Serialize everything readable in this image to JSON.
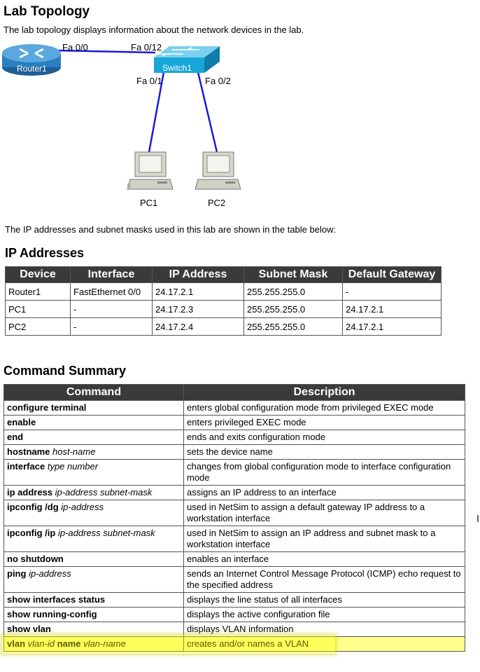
{
  "page": {
    "title": "Lab Topology",
    "intro": "The lab topology displays information about the network devices in the lab.",
    "ip_note": "The IP addresses and subnet masks used in this lab are shown in the table below:"
  },
  "topology": {
    "router": {
      "name": "Router1",
      "port": "Fa 0/0"
    },
    "switch": {
      "name": "Switch1",
      "uplink_port": "Fa 0/12",
      "port_pc1": "Fa 0/1",
      "port_pc2": "Fa 0/2"
    },
    "pcs": [
      {
        "name": "PC1"
      },
      {
        "name": "PC2"
      }
    ],
    "colors": {
      "router": "#2a7fbf",
      "switch": "#19a6d8",
      "link": "#1a1adc",
      "pc": "#d8d8cc"
    }
  },
  "ip_section": {
    "title": "IP Addresses",
    "headers": [
      "Device",
      "Interface",
      "IP Address",
      "Subnet Mask",
      "Default Gateway"
    ],
    "rows": [
      [
        "Router1",
        "FastEthernet 0/0",
        "24.17.2.1",
        "255.255.255.0",
        "-"
      ],
      [
        "PC1",
        "-",
        "24.17.2.3",
        "255.255.255.0",
        "24.17.2.1"
      ],
      [
        "PC2",
        "-",
        "24.17.2.4",
        "255.255.255.0",
        "24.17.2.1"
      ]
    ]
  },
  "command_section": {
    "title": "Command Summary",
    "headers": [
      "Command",
      "Description"
    ],
    "rows": [
      {
        "kw1": "configure terminal",
        "arg1": "",
        "kw2": "",
        "arg2": "",
        "desc": "enters global configuration mode from privileged EXEC mode"
      },
      {
        "kw1": "enable",
        "arg1": "",
        "kw2": "",
        "arg2": "",
        "desc": "enters privileged EXEC mode"
      },
      {
        "kw1": "end",
        "arg1": "",
        "kw2": "",
        "arg2": "",
        "desc": "ends and exits configuration mode"
      },
      {
        "kw1": "hostname",
        "arg1": "host-name",
        "kw2": "",
        "arg2": "",
        "desc": "sets the device name"
      },
      {
        "kw1": "interface",
        "arg1": "type number",
        "kw2": "",
        "arg2": "",
        "desc": "changes from global configuration mode to interface configuration mode"
      },
      {
        "kw1": "ip address",
        "arg1": "ip-address subnet-mask",
        "kw2": "",
        "arg2": "",
        "desc": "assigns an IP address to an interface"
      },
      {
        "kw1": "ipconfig /dg",
        "arg1": "ip-address",
        "kw2": "",
        "arg2": "",
        "desc": "used in NetSim to assign a default gateway IP address to a workstation interface"
      },
      {
        "kw1": "ipconfig /ip",
        "arg1": "ip-address subnet-mask",
        "kw2": "",
        "arg2": "",
        "desc": "used in NetSim to assign an IP address and subnet mask to a workstation interface"
      },
      {
        "kw1": "no shutdown",
        "arg1": "",
        "kw2": "",
        "arg2": "",
        "desc": "enables an interface"
      },
      {
        "kw1": "ping",
        "arg1": "ip-address",
        "kw2": "",
        "arg2": "",
        "desc": "sends an Internet Control Message Protocol (ICMP) echo request to the specified address"
      },
      {
        "kw1": "show interfaces status",
        "arg1": "",
        "kw2": "",
        "arg2": "",
        "desc": "displays the line status of all interfaces"
      },
      {
        "kw1": "show running-config",
        "arg1": "",
        "kw2": "",
        "arg2": "",
        "desc": "displays the active configuration file"
      },
      {
        "kw1": "show vlan",
        "arg1": "",
        "kw2": "",
        "arg2": "",
        "desc": "displays VLAN information"
      },
      {
        "kw1": "vlan",
        "arg1": "vlan-id",
        "kw2": "name",
        "arg2": "vlan-name",
        "desc": "creates and/or names a VLAN"
      }
    ],
    "highlight_color": "#ffff8c"
  }
}
